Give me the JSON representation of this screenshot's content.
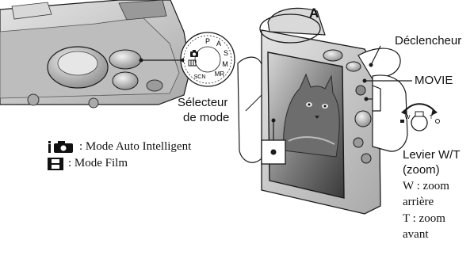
{
  "callouts": {
    "a_marker": "A",
    "shutter": "Déclencheur",
    "movie": "MOVIE",
    "mode_dial_line1": "Sélecteur",
    "mode_dial_line2": "de mode",
    "zoom_lever_line1": "Levier W/T",
    "zoom_lever_line2": "(zoom)",
    "zoom_w_line1": "W : zoom",
    "zoom_w_line2": "arrière",
    "zoom_t_line1": "T : zoom",
    "zoom_t_line2": "avant"
  },
  "legend": [
    {
      "icon": "intelligent-auto-icon",
      "text": ": Mode Auto Intelligent"
    },
    {
      "icon": "movie-mode-icon",
      "text": ": Mode Film"
    }
  ],
  "dial_marks": [
    "P",
    "A",
    "S",
    "M",
    "MR",
    "SCN"
  ],
  "lever_marks": {
    "w": "W",
    "t": "T"
  },
  "colors": {
    "camera_body": "#cfcfcf",
    "camera_dark": "#8a8a8a",
    "outline": "#1a1a1a"
  }
}
